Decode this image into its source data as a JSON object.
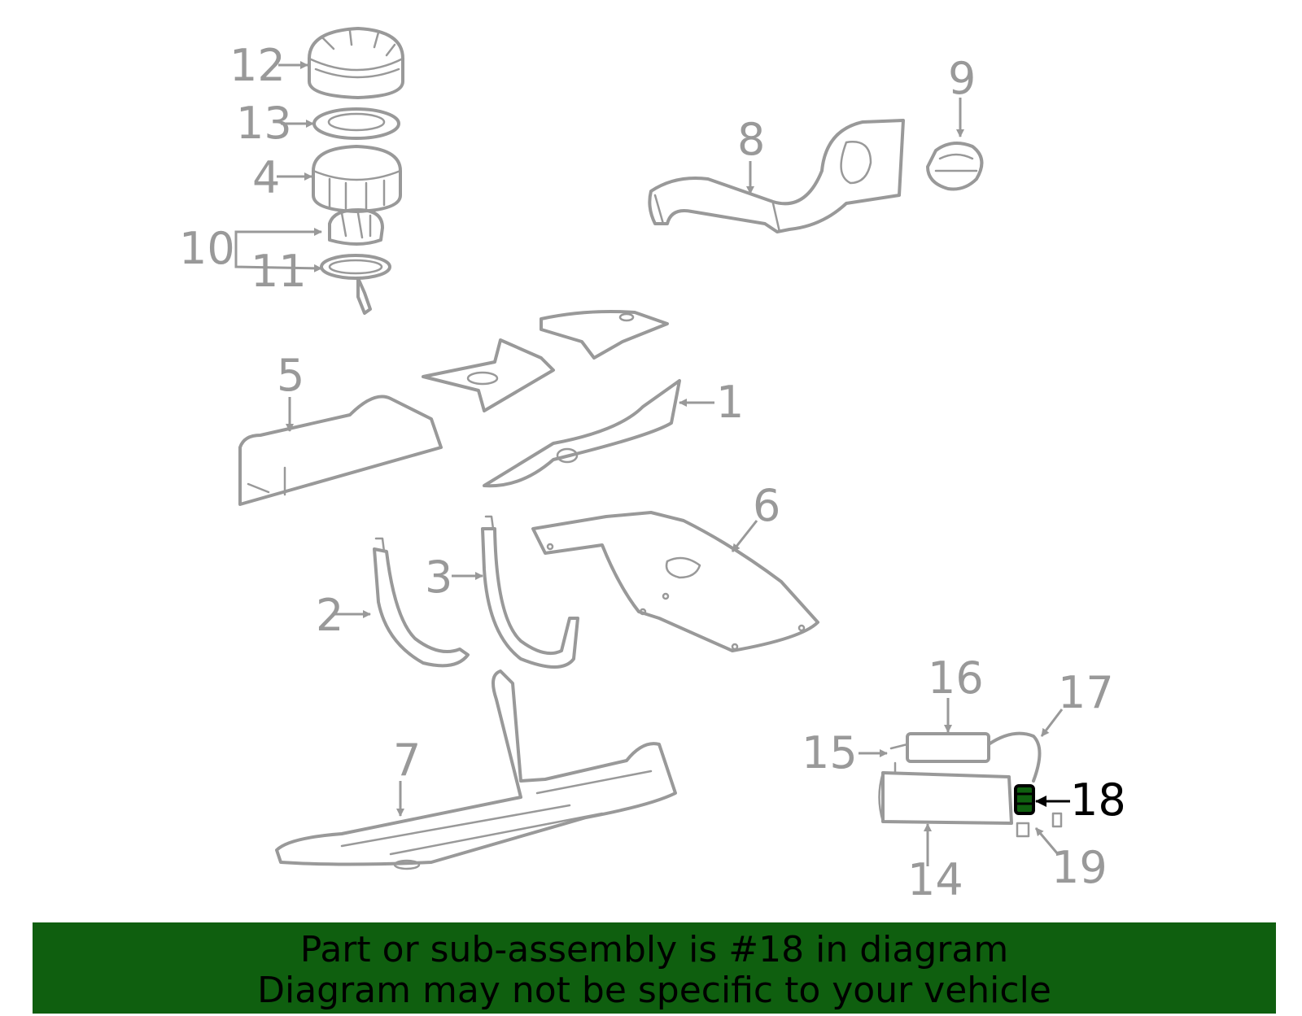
{
  "callouts": {
    "c1": "1",
    "c2": "2",
    "c3": "3",
    "c4": "4",
    "c5": "5",
    "c6": "6",
    "c7": "7",
    "c8": "8",
    "c9": "9",
    "c10": "10",
    "c11": "11",
    "c12": "12",
    "c13": "13",
    "c14": "14",
    "c15": "15",
    "c16": "16",
    "c17": "17",
    "c18": "18",
    "c19": "19"
  },
  "highlight": {
    "part": "18",
    "color": "#0f5f0f"
  },
  "banner": {
    "line1": "Part or sub-assembly is #18 in diagram",
    "line2": "Diagram may not be specific to your vehicle"
  },
  "colors": {
    "line": "#999999",
    "highlight_text": "#000000",
    "banner_bg": "#0f5f0f"
  }
}
